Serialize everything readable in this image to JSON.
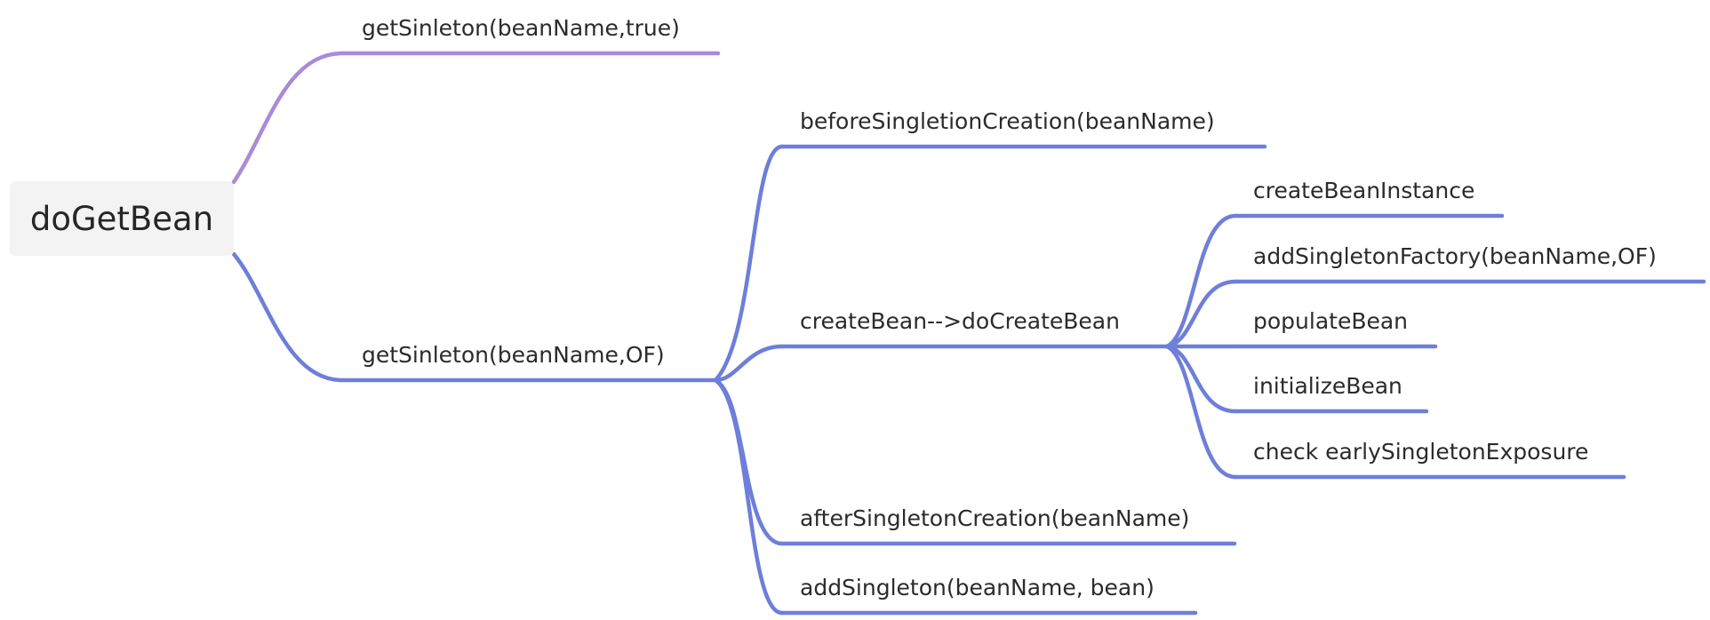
{
  "root": {
    "label": "doGetBean"
  },
  "branches": {
    "early_singleton": "getSinleton(beanName,true)",
    "create_singleton": {
      "label": "getSinleton(beanName,OF)",
      "before": "beforeSingletionCreation(beanName)",
      "create_bean": {
        "label": "createBean-->doCreateBean",
        "steps": [
          "createBeanInstance",
          "addSingletonFactory(beanName,OF)",
          "populateBean",
          "initializeBean",
          "check earlySingletonExposure"
        ]
      },
      "after": "afterSingletonCreation(beanName)",
      "add": "addSingleton(beanName, bean)"
    }
  },
  "colors": {
    "purple_branch": "#a98bd8",
    "blue_branch": "#6e7fd9",
    "root_background": "#f3f3f3",
    "text": "#2b2b2b"
  }
}
